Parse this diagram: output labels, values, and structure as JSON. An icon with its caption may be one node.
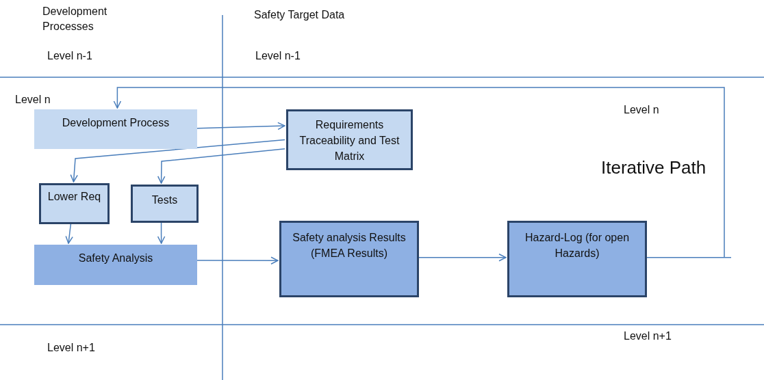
{
  "diagram": {
    "nodes": [
      {
        "text": [
          "Development Process"
        ]
      },
      {
        "text": [
          "Requirements Traceability and Test Matrix"
        ]
      },
      {
        "text": [
          "Lower Req"
        ]
      },
      {
        "text": [
          "Tests"
        ]
      },
      {
        "text": [
          "Safety Analysis"
        ]
      },
      {
        "text": [
          "Safety analysis Results (FMEA Results)"
        ]
      },
      {
        "text": [
          "Hazard-Log (for open Hazards)"
        ]
      }
    ],
    "edges": [
      {
        "from": 0,
        "to": 1,
        "arrow": "to"
      },
      {
        "from": 1,
        "to": 2,
        "arrow": "to"
      },
      {
        "from": 1,
        "to": 3,
        "arrow": "to"
      },
      {
        "from": 2,
        "to": 4,
        "arrow": "to"
      },
      {
        "from": 3,
        "to": 4,
        "arrow": "to"
      },
      {
        "from": 4,
        "to": 5,
        "arrow": "to"
      },
      {
        "from": 5,
        "to": 6,
        "arrow": "to"
      },
      {
        "from": 6,
        "to": 0,
        "arrow": "to",
        "label": "Iterative Path"
      }
    ],
    "labels": [
      "Development Processes",
      "Safety Target Data",
      "Level n-1",
      "Level n-1",
      "Level n",
      "Level n",
      "Level n+1",
      "Level n+1"
    ]
  }
}
